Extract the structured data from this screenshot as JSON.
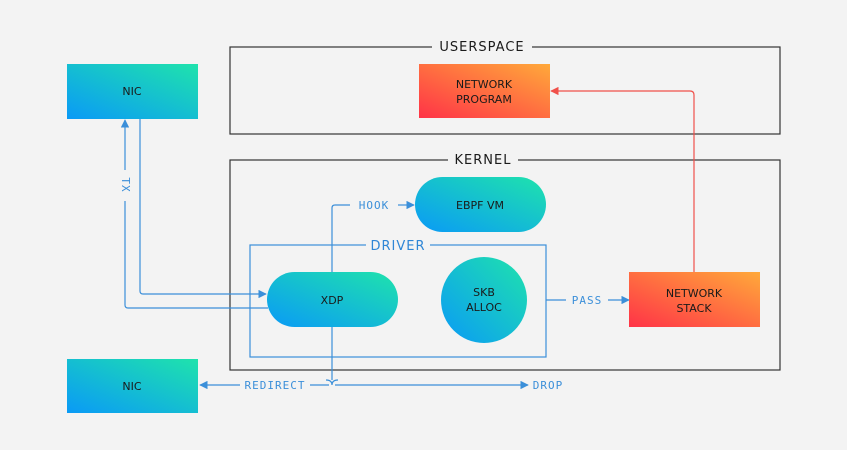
{
  "sections": {
    "userspace": "USERSPACE",
    "kernel": "KERNEL",
    "driver": "DRIVER"
  },
  "nodes": {
    "nic_top": "NIC",
    "nic_bottom": "NIC",
    "network_program": [
      "NETWORK",
      "PROGRAM"
    ],
    "ebpf_vm": "EBPF VM",
    "xdp": "XDP",
    "skb_alloc": [
      "SKB",
      "ALLOC"
    ],
    "network_stack": [
      "NETWORK",
      "STACK"
    ]
  },
  "edges": {
    "tx": "TX",
    "hook": "HOOK",
    "pass": "PASS",
    "redirect": "REDIRECT",
    "drop": "DROP"
  },
  "colors": {
    "background": "#f3f3f3",
    "box_border": "#333333",
    "driver_border": "#3b8fd9",
    "blue_arrow": "#3b8fd9",
    "red_arrow": "#f0504a",
    "cool_gradient": [
      "#0aa0f5",
      "#1de0b0"
    ],
    "warm_gradient": [
      "#ff3b47",
      "#ffa53a"
    ]
  }
}
